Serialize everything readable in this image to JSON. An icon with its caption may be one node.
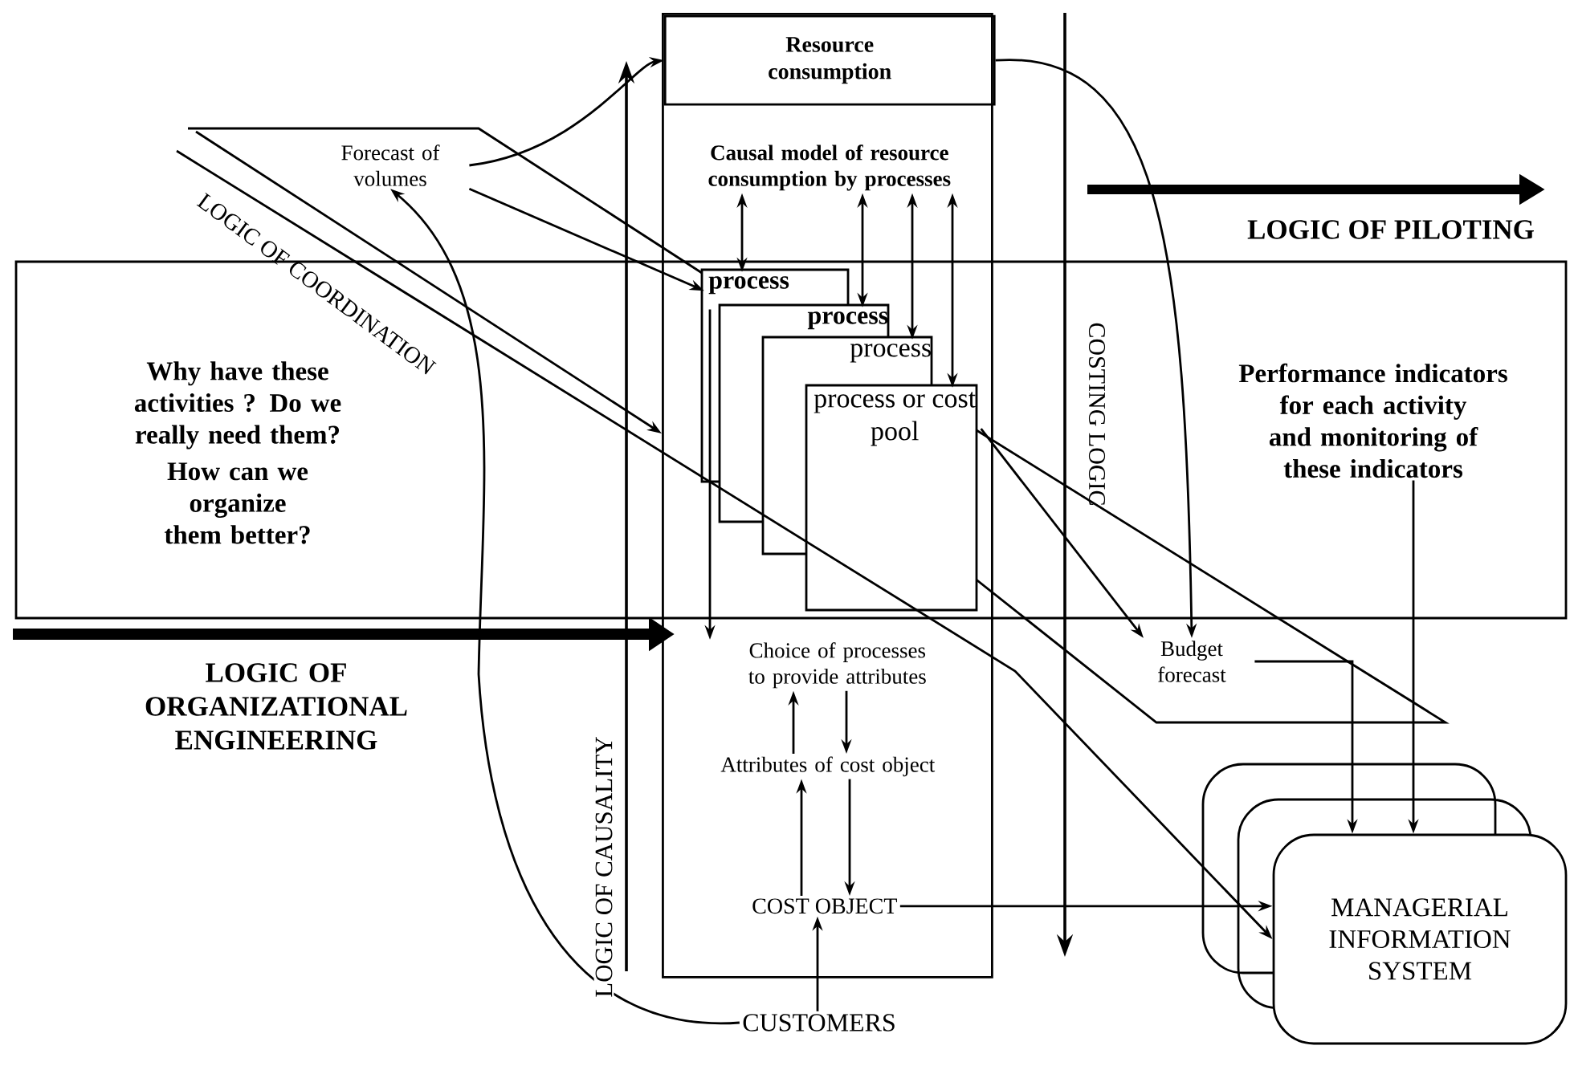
{
  "diagram": {
    "nodes": [
      {
        "text": [],
        "shape": "box"
      },
      {
        "text": [
          "Resource consumption"
        ],
        "in": 0
      },
      {
        "text": [
          "Causal model of resource consumption by processes"
        ],
        "in": 0
      },
      {
        "text": [
          "process"
        ],
        "in": 0
      },
      {
        "text": [
          "process"
        ],
        "in": 0
      },
      {
        "text": [
          "process"
        ],
        "in": 0
      },
      {
        "text": [
          "process or cost pool"
        ],
        "in": 0
      },
      {
        "text": [
          "Choice of processes to provide attributes"
        ],
        "in": 0
      },
      {
        "text": [
          "Attributes of cost object"
        ],
        "in": 0
      },
      {
        "text": [
          "COST OBJECT"
        ],
        "in": 0
      },
      {
        "text": [
          "CUSTOMERS"
        ]
      },
      {
        "text": [
          "Why have these activities ? Do we really need them?",
          "How can we organize them better?"
        ]
      },
      {
        "text": [
          "Performance indicators for each activity and monitoring of these indicators"
        ]
      },
      {
        "text": [
          "Forecast of volumes"
        ]
      },
      {
        "text": [
          "Budget forecast"
        ]
      },
      {
        "text": [
          "MANAGERIAL INFORMATION SYSTEM"
        ]
      }
    ],
    "edges": [
      {
        "from": 13,
        "to": 1,
        "arrow": "to"
      },
      {
        "from": 10,
        "to": 13,
        "arrow": "to"
      },
      {
        "from": 13,
        "to": 3,
        "arrow": "to"
      },
      {
        "from": null,
        "to": 0,
        "arrow": "to"
      },
      {
        "from": null,
        "to": 15,
        "arrow": "to"
      },
      {
        "from": 2,
        "to": 3,
        "arrow": "both"
      },
      {
        "from": 2,
        "to": 4,
        "arrow": "both"
      },
      {
        "from": 2,
        "to": 5,
        "arrow": "both"
      },
      {
        "from": 2,
        "to": 6,
        "arrow": "both"
      },
      {
        "from": 3,
        "to": 7,
        "arrow": "to"
      },
      {
        "from": 7,
        "to": 8,
        "arrow": "to"
      },
      {
        "from": 8,
        "to": 7,
        "arrow": "to"
      },
      {
        "from": 8,
        "to": 9,
        "arrow": "to"
      },
      {
        "from": 9,
        "to": 8,
        "arrow": "to"
      },
      {
        "from": 10,
        "to": 9,
        "arrow": "to"
      },
      {
        "from": 9,
        "to": 15,
        "arrow": "to"
      },
      {
        "from": 1,
        "to": 14,
        "arrow": "to"
      },
      {
        "from": 6,
        "to": 14,
        "arrow": "to"
      },
      {
        "from": 12,
        "to": 15,
        "arrow": "to"
      },
      {
        "from": 14,
        "to": 15,
        "arrow": "to"
      }
    ],
    "labels": [
      "LOGIC OF COORDINATION",
      "LOGIC OF PILOTING",
      "COSTING LOGIC",
      "LOGIC OF ORGANIZATIONAL ENGINEERING",
      "LOGIC OF CAUSALITY"
    ]
  }
}
